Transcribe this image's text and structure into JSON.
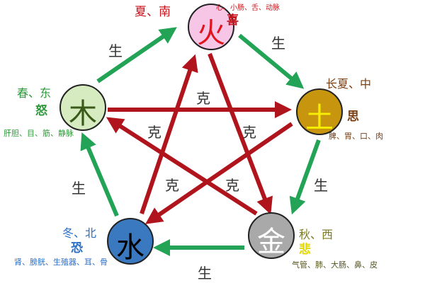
{
  "relations": {
    "generate": "生",
    "restrain": "克"
  },
  "colors": {
    "generate": "#22a356",
    "restrain": "#b0141c"
  },
  "elements": {
    "fire": {
      "char": "火",
      "season_direction": "夏、南",
      "emotion": "喜",
      "organs": "心、小肠、舌、动脉",
      "fill": "#f7c6e6",
      "char_color": "#e0141c",
      "text_color": "#c8141c"
    },
    "earth": {
      "char": "土",
      "season_direction": "长夏、中",
      "emotion": "思",
      "organs": "脾、胃、口、肉",
      "fill": "#c8950e",
      "char_color": "#f6f000",
      "text_color": "#7a3f12"
    },
    "metal": {
      "char": "金",
      "season_direction": "秋、西",
      "emotion": "悲",
      "organs": "气管、肺、大肠、鼻、皮",
      "fill": "#a9a9a9",
      "char_color": "#ffffff",
      "text_color": "#7a7a20"
    },
    "water": {
      "char": "水",
      "season_direction": "冬、北",
      "emotion": "恐",
      "organs": "肾、膀胱、生殖器、耳、骨",
      "fill": "#3a78c0",
      "char_color": "#000000",
      "text_color": "#2a6fc8"
    },
    "wood": {
      "char": "木",
      "season_direction": "春、东",
      "emotion": "怒",
      "organs": "肝胆、目、筋、静脉",
      "fill": "#d6ecc0",
      "char_color": "#3a5a1a",
      "text_color": "#2e9a3a"
    }
  }
}
